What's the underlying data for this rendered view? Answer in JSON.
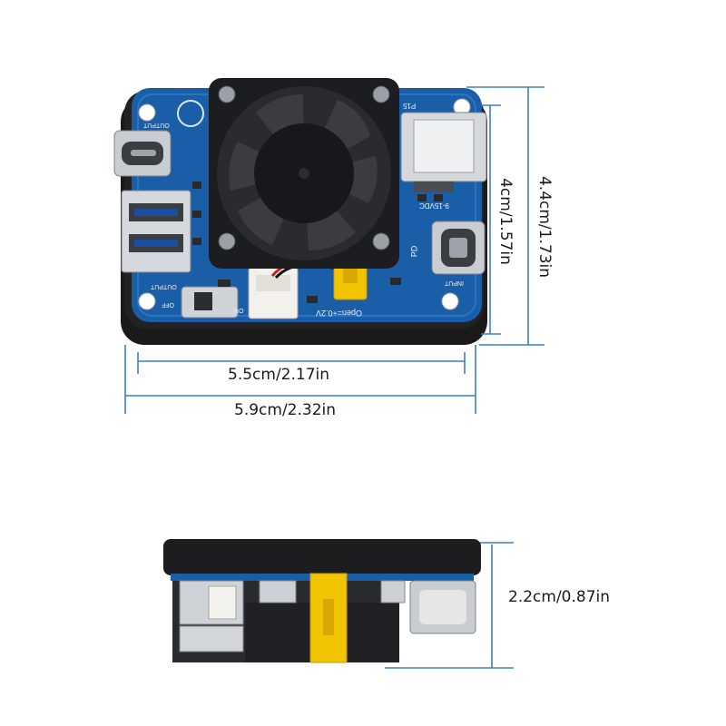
{
  "dimensions": {
    "inner_width": "5.5cm/2.17in",
    "outer_width": "5.9cm/2.32in",
    "inner_height": "4cm/1.57in",
    "outer_height": "4.4cm/1.73in",
    "thickness": "2.2cm/0.87in"
  },
  "board_labels": {
    "output_top": "OUTPUT",
    "output_bottom": "OUTPUT",
    "input_dc": "9-15VDC",
    "input": "INPUT",
    "pd": "PD",
    "p15": "P15",
    "open_note": "Open=+0.2V",
    "off": "OFF",
    "on": "ON"
  },
  "colors": {
    "pcb_blue": "#1b5ea8",
    "case_black": "#1e1e1e",
    "dimension_line": "#3b7fd1",
    "jumper_yellow": "#f2c300"
  }
}
